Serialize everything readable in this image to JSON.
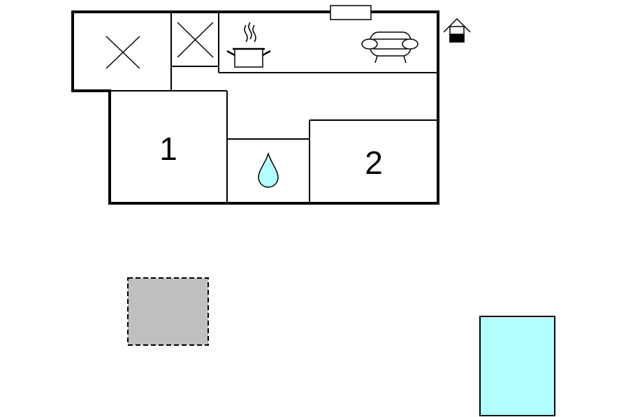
{
  "rooms": {
    "bedroom_1": {
      "label": "1"
    },
    "bedroom_2": {
      "label": "2"
    }
  },
  "icons": {
    "kitchen": "cooking-pot-icon",
    "living_room": "sofa-icon",
    "bathroom": "water-drop-icon",
    "storage_room": "cross-icon",
    "closet": "cross-icon",
    "window": "window-icon",
    "exterior": "house-icon"
  },
  "colors": {
    "wall": "#000000",
    "water": "#b3ffff",
    "terrace": "#c0c0c0",
    "background": "#ffffff"
  },
  "outdoor": {
    "terrace": {
      "style": "dashed"
    },
    "pool": {
      "style": "solid"
    }
  }
}
